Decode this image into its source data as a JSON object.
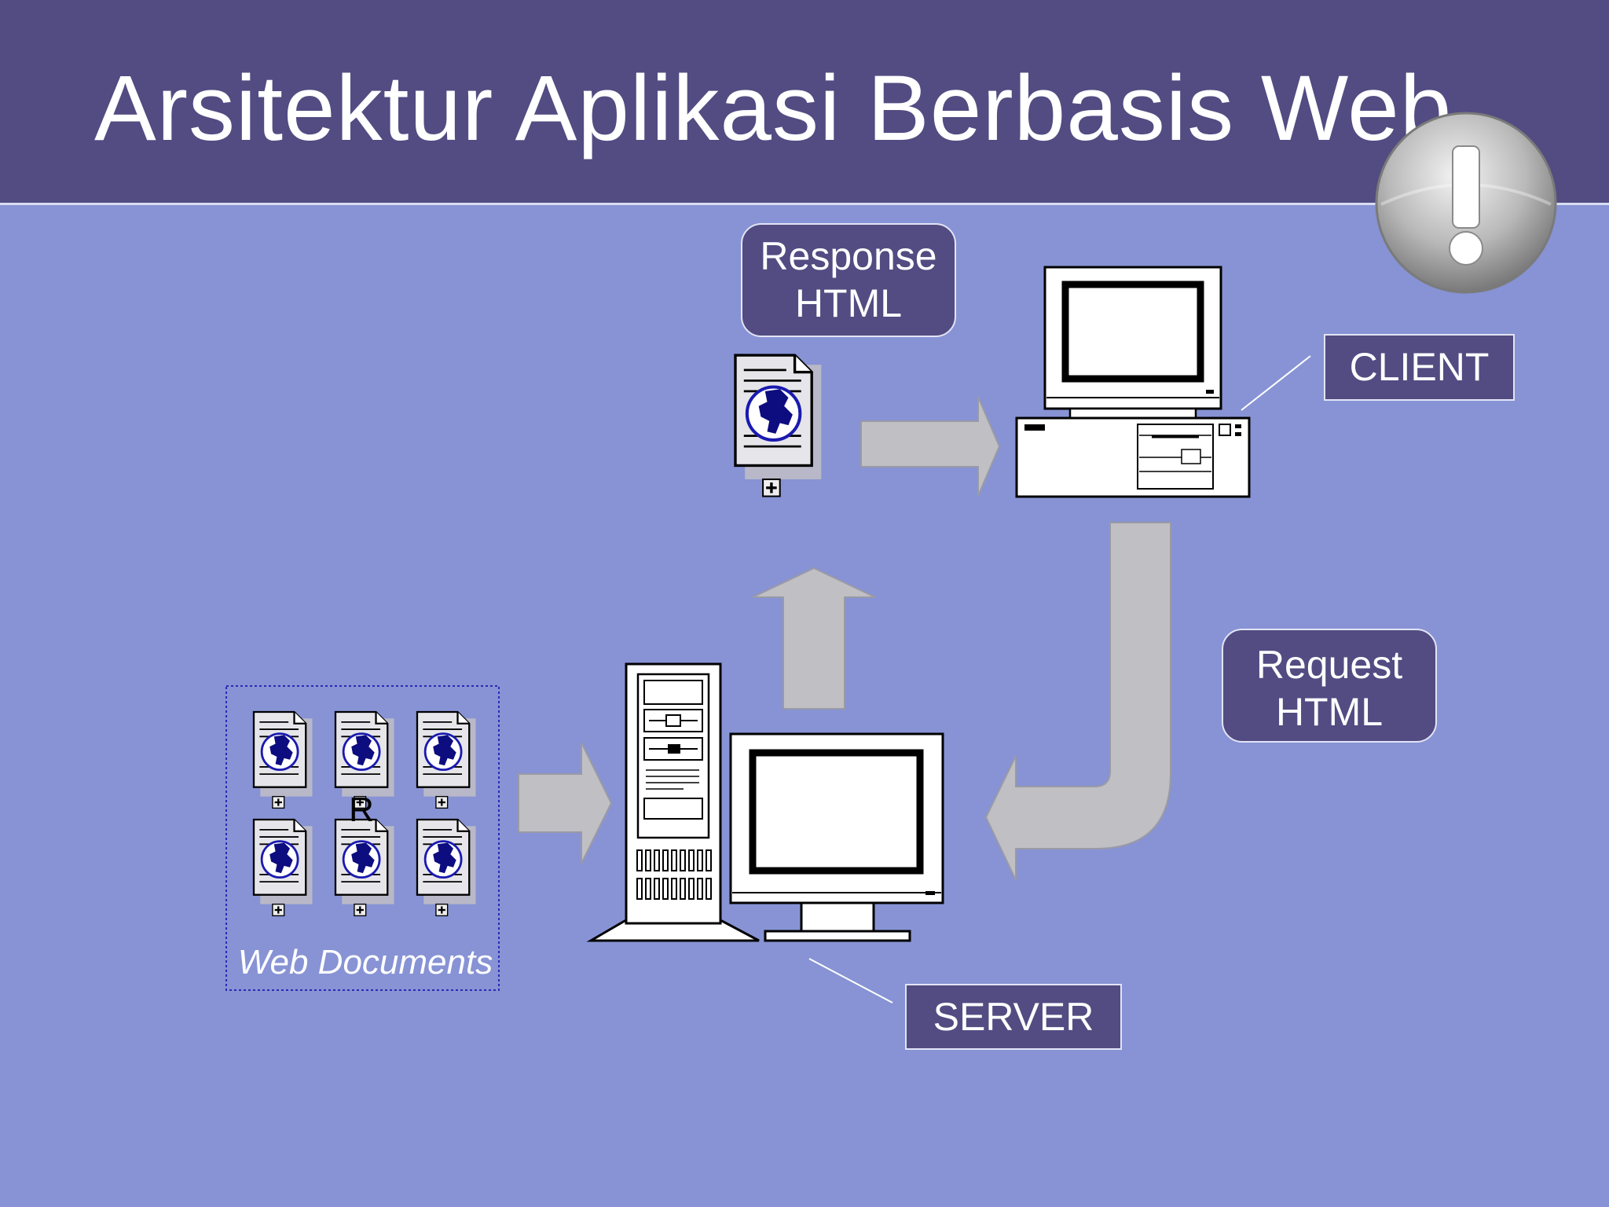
{
  "slide": {
    "title": "Arsitektur Aplikasi Berbasis Web",
    "background_color": "#8793d4",
    "header_color": "#524c82"
  },
  "callouts": {
    "response": {
      "line1": "Response",
      "line2": "HTML"
    },
    "request": {
      "line1": "Request",
      "line2": "HTML"
    }
  },
  "labels": {
    "client": "CLIENT",
    "server": "SERVER",
    "web_documents": "Web Documents",
    "stray_glyph": "R"
  },
  "icons": {
    "warning": "exclamation-badge-icon",
    "document": "web-document-icon",
    "client": "desktop-computer-icon",
    "server": "tower-server-icon"
  }
}
